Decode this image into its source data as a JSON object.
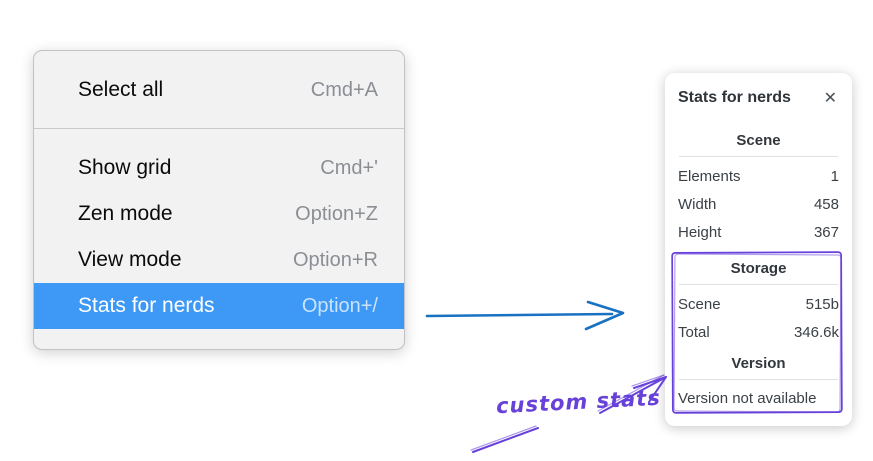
{
  "colors": {
    "menu_background": "#f2f2f3",
    "menu_highlight_blue": "#3d99f5",
    "menu_shortcut_gray": "#8b8f94",
    "pointer_arrow_blue": "#1971c2",
    "annotation_purple": "#6741d9",
    "panel_text": "#343a40"
  },
  "menu": {
    "items": [
      {
        "label": "Select all",
        "shortcut": "Cmd+A",
        "selected": false
      },
      {
        "label": "Show grid",
        "shortcut": "Cmd+'",
        "selected": false
      },
      {
        "label": "Zen mode",
        "shortcut": "Option+Z",
        "selected": false
      },
      {
        "label": "View mode",
        "shortcut": "Option+R",
        "selected": false
      },
      {
        "label": "Stats for nerds",
        "shortcut": "Option+/",
        "selected": true
      }
    ]
  },
  "panel": {
    "title": "Stats for nerds",
    "close_icon": "✕",
    "sections": [
      {
        "heading": "Scene",
        "rows": [
          {
            "label": "Elements",
            "value": "1"
          },
          {
            "label": "Width",
            "value": "458"
          },
          {
            "label": "Height",
            "value": "367"
          }
        ]
      },
      {
        "heading": "Storage",
        "rows": [
          {
            "label": "Scene",
            "value": "515b"
          },
          {
            "label": "Total",
            "value": "346.6k"
          }
        ]
      },
      {
        "heading": "Version",
        "note": "Version not available"
      }
    ]
  },
  "annotation": {
    "label": "custom stats"
  }
}
